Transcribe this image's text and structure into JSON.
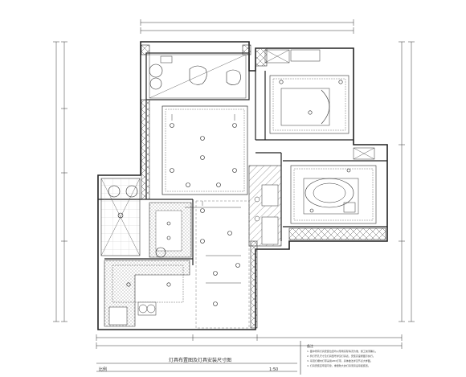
{
  "drawing": {
    "title": "灯具布置图及灯具安装尺寸图",
    "scale_prefix": "比例",
    "page_number": "1:50"
  },
  "notes": {
    "heading": "备注",
    "lines": [
      "1. 图中所有灯具安装位置均以现场实际情况为准，施工前须确认。",
      "2. 筒灯开孔尺寸及灯具型号详见灯具表，安装高度按图示执行。",
      "3. 吊顶灯槽内灯带采用LED灯带，具体做法详见节点大样图。",
      "4. 灯具安装应牢固可靠，重量较大的灯具须另设吊挂装置。"
    ]
  },
  "colors": {
    "line": "#222222",
    "hatch": "#555555",
    "paper": "#ffffff"
  }
}
